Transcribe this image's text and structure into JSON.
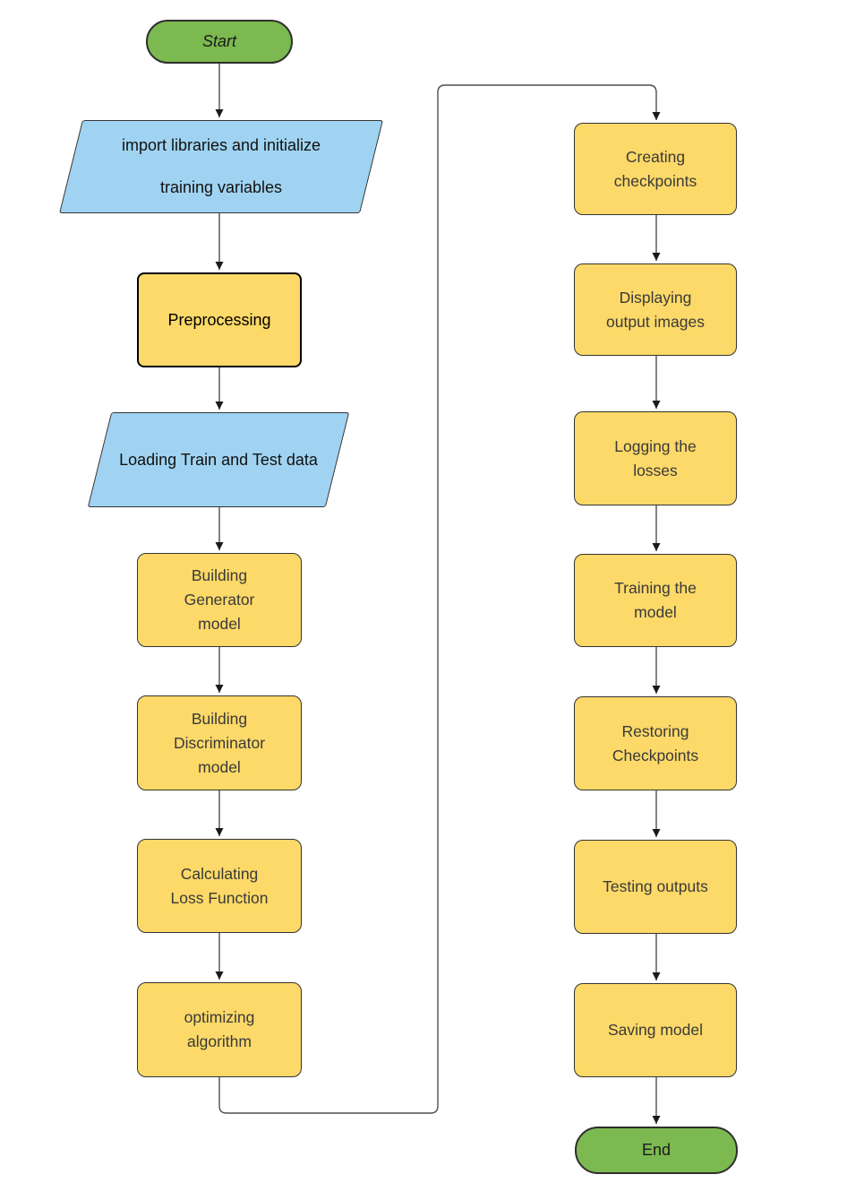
{
  "diagram": {
    "background": "#FFFFFF",
    "nodes": [
      {
        "id": "start",
        "type": "terminator",
        "label": "Start"
      },
      {
        "id": "import-init",
        "type": "data",
        "label": "import libraries and initialize\ntraining variables"
      },
      {
        "id": "preprocessing",
        "type": "process-emphasized",
        "label": "Preprocessing"
      },
      {
        "id": "loading-data",
        "type": "data",
        "label": "Loading Train and Test data"
      },
      {
        "id": "building-generator",
        "type": "process",
        "label": "Building\nGenerator\nmodel"
      },
      {
        "id": "building-discriminator",
        "type": "process",
        "label": "Building\nDiscriminator\nmodel"
      },
      {
        "id": "calculating-loss",
        "type": "process",
        "label": "Calculating\nLoss Function"
      },
      {
        "id": "optimizing-algorithm",
        "type": "process",
        "label": "optimizing\nalgorithm"
      },
      {
        "id": "creating-checkpoints",
        "type": "process",
        "label": "Creating\ncheckpoints"
      },
      {
        "id": "displaying-output",
        "type": "process",
        "label": "Displaying\noutput images"
      },
      {
        "id": "logging-losses",
        "type": "process",
        "label": "Logging the\nlosses"
      },
      {
        "id": "training-model",
        "type": "process",
        "label": "Training the\nmodel"
      },
      {
        "id": "restoring-checkpoints",
        "type": "process",
        "label": "Restoring\nCheckpoints"
      },
      {
        "id": "testing-outputs",
        "type": "process",
        "label": "Testing outputs"
      },
      {
        "id": "saving-model",
        "type": "process",
        "label": "Saving model"
      },
      {
        "id": "end",
        "type": "terminator",
        "label": "End"
      }
    ],
    "edges": [
      {
        "from": "start",
        "to": "import-init"
      },
      {
        "from": "import-init",
        "to": "preprocessing"
      },
      {
        "from": "preprocessing",
        "to": "loading-data"
      },
      {
        "from": "loading-data",
        "to": "building-generator"
      },
      {
        "from": "building-generator",
        "to": "building-discriminator"
      },
      {
        "from": "building-discriminator",
        "to": "calculating-loss"
      },
      {
        "from": "calculating-loss",
        "to": "optimizing-algorithm"
      },
      {
        "from": "optimizing-algorithm",
        "to": "creating-checkpoints"
      },
      {
        "from": "creating-checkpoints",
        "to": "displaying-output"
      },
      {
        "from": "displaying-output",
        "to": "logging-losses"
      },
      {
        "from": "logging-losses",
        "to": "training-model"
      },
      {
        "from": "training-model",
        "to": "restoring-checkpoints"
      },
      {
        "from": "restoring-checkpoints",
        "to": "testing-outputs"
      },
      {
        "from": "testing-outputs",
        "to": "saving-model"
      },
      {
        "from": "saving-model",
        "to": "end"
      }
    ],
    "colors": {
      "terminator_fill": "#7CB950",
      "process_fill": "#FCD968",
      "data_fill": "#A0D3F1",
      "shape_border": "#333333",
      "emphasis_border": "#000000",
      "connector_line": "#4F4F4F",
      "arrowhead": "#1A1A1A",
      "label_text": "#3A3A3A"
    }
  }
}
